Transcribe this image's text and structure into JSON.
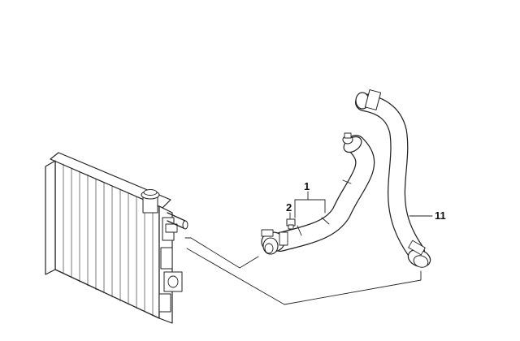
{
  "diagram": {
    "callouts": [
      {
        "id": "part-1",
        "label": "1"
      },
      {
        "id": "part-2",
        "label": "2"
      },
      {
        "id": "part-11",
        "label": "11"
      }
    ],
    "colors": {
      "line": "#222222",
      "background": "#ffffff",
      "fill": "#ffffff"
    }
  }
}
